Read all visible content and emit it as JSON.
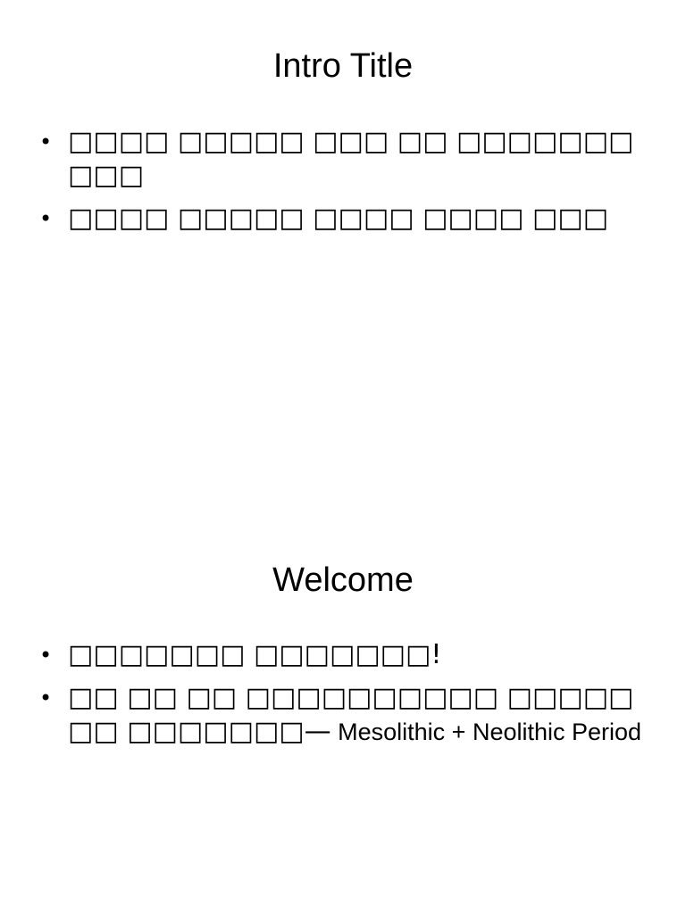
{
  "slides": [
    {
      "title": "Intro Title",
      "bullets": [
        {
          "text": "□□□□ □□□□□ □□□ □□ □□□□□□□ □□□",
          "suffix": ""
        },
        {
          "text": "□□□□ □□□□□ □□□□ □□□□ □□□",
          "suffix": ""
        }
      ]
    },
    {
      "title": "Welcome",
      "bullets": [
        {
          "text": "□□□□□□□ □□□□□□□!",
          "suffix": ""
        },
        {
          "text": "□□ □□ □□ □□□□□□□□□□ □□□□□ □□ □□□□□□□—",
          "suffix": " Mesolithic + Neolithic Period"
        }
      ]
    }
  ]
}
